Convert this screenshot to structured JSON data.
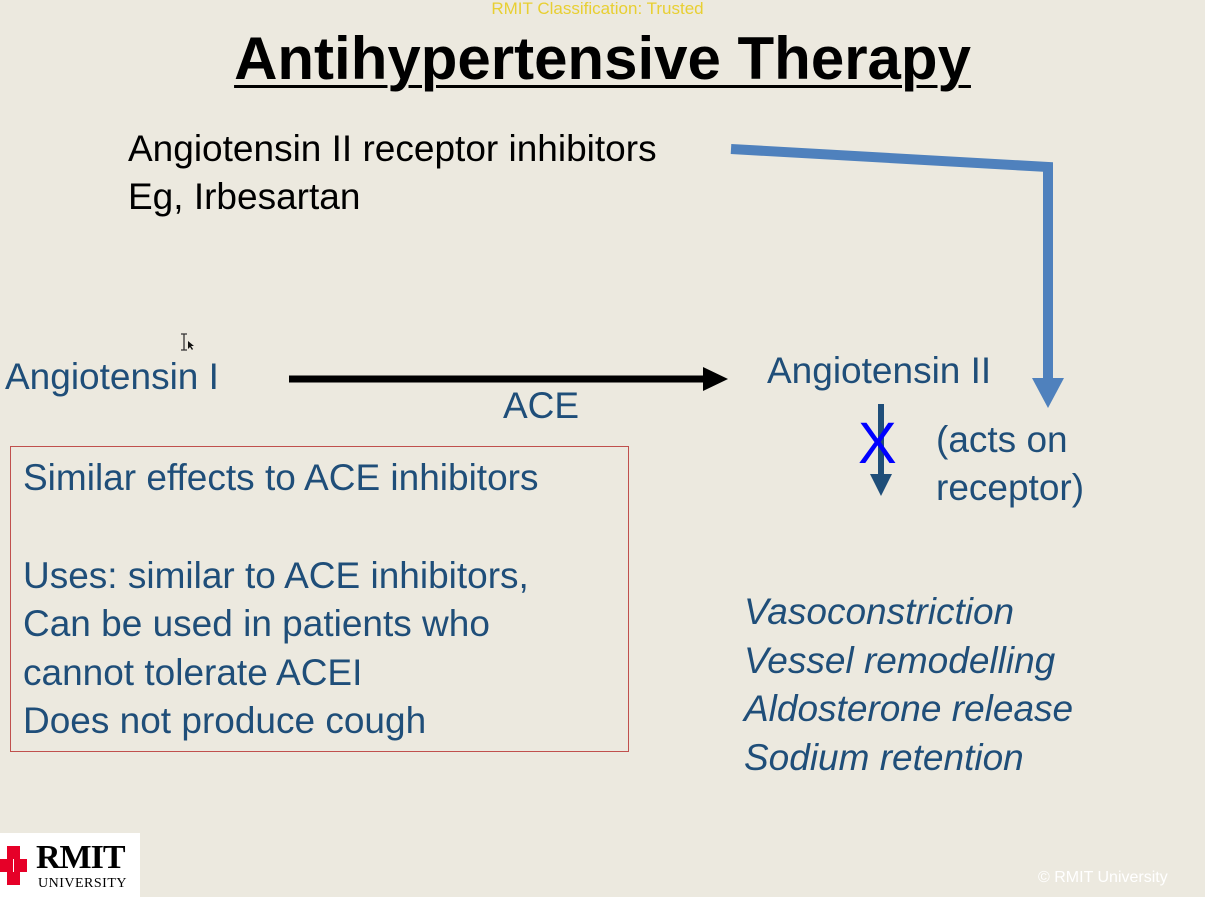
{
  "classification": "RMIT Classification: Trusted",
  "title": "Antihypertensive Therapy",
  "drug_class": {
    "name": "Angiotensin II receptor inhibitors",
    "example": "Eg,  Irbesartan"
  },
  "pathway": {
    "substrate": "Angiotensin I",
    "enzyme": "ACE",
    "product": "Angiotensin II",
    "block_mark": "X",
    "receptor_note_line1": "(acts on",
    "receptor_note_line2": "receptor)"
  },
  "info_box": {
    "lines": [
      "Similar effects to ACE inhibitors",
      "Uses: similar to ACE inhibitors,",
      "Can be used in patients who",
      "cannot tolerate ACEI",
      "Does not produce cough"
    ]
  },
  "effects": [
    "Vasoconstriction",
    "Vessel remodelling",
    "Aldosterone release",
    "Sodium retention"
  ],
  "logo": {
    "name": "RMIT",
    "sub": "UNIVERSITY"
  },
  "footer": "© RMIT University",
  "colors": {
    "background": "#ece9df",
    "text_blue": "#1f4e79",
    "arrow_blue": "#4f81bd",
    "block_x": "#0000ff",
    "box_border": "#c0504d",
    "logo_red": "#e60028"
  }
}
